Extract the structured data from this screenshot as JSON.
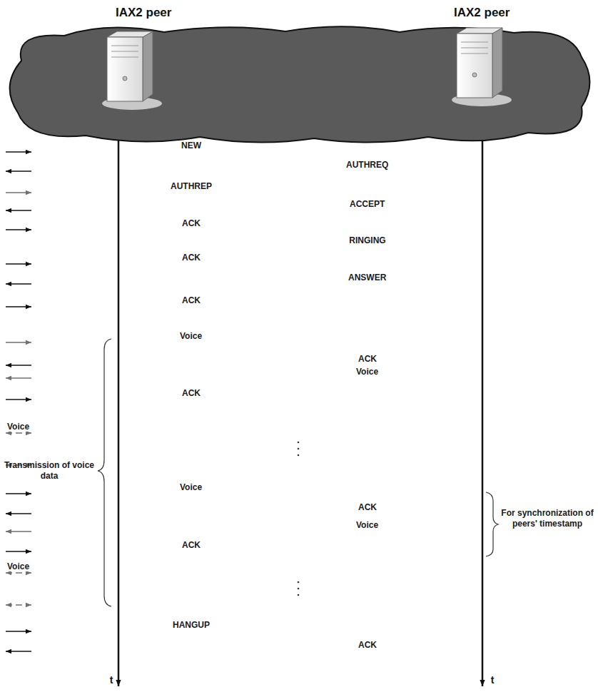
{
  "diagram": {
    "nodes": [
      {
        "text": [
          "IAX2 peer"
        ]
      },
      {
        "text": [
          "IAX2 peer"
        ]
      }
    ],
    "edges": [
      {
        "from": 0,
        "to": 1,
        "label": "NEW",
        "arrow": "to"
      },
      {
        "from": 1,
        "to": 0,
        "label": "AUTHREQ",
        "arrow": "to"
      },
      {
        "from": 0,
        "to": 1,
        "label": "AUTHREP",
        "arrow": "to"
      },
      {
        "from": 1,
        "to": 0,
        "label": "ACCEPT",
        "arrow": "to"
      },
      {
        "from": 0,
        "to": 1,
        "label": "ACK",
        "arrow": "to"
      },
      {
        "from": 0,
        "to": 1,
        "label": "ACK",
        "arrow": "to"
      },
      {
        "from": 1,
        "to": 0,
        "label": "ANSWER",
        "arrow": "to"
      },
      {
        "from": 0,
        "to": 1,
        "label": "ACK",
        "arrow": "to"
      },
      {
        "from": 0,
        "to": 1,
        "label": "Voice",
        "arrow": "to"
      },
      {
        "from": 1,
        "to": 0,
        "label": "ACK",
        "arrow": "to"
      },
      {
        "from": 1,
        "to": 0,
        "label": "Voice",
        "arrow": "to"
      },
      {
        "from": 0,
        "to": 1,
        "label": "ACK",
        "arrow": "to"
      },
      {
        "from": 0,
        "to": 1,
        "label": "Voice",
        "arrow": "both"
      },
      {
        "from": 0,
        "to": 1,
        "arrow": "both"
      },
      {
        "from": 0,
        "to": 1,
        "label": "Voice",
        "arrow": "to"
      },
      {
        "from": 1,
        "to": 0,
        "label": "ACK",
        "arrow": "to"
      },
      {
        "from": 1,
        "to": 0,
        "label": "Voice",
        "arrow": "to"
      },
      {
        "from": 0,
        "to": 1,
        "label": "ACK",
        "arrow": "to"
      },
      {
        "from": 0,
        "to": 1,
        "label": "Voice",
        "arrow": "both"
      },
      {
        "from": 0,
        "to": 1,
        "arrow": "both"
      },
      {
        "from": 0,
        "to": 1,
        "label": "HANGUP",
        "arrow": "to"
      },
      {
        "from": 1,
        "to": 0,
        "label": "ACK",
        "arrow": "to"
      }
    ],
    "labels": [
      "RINGING",
      "Transmission of voice data",
      "For synchronization of peers' timestamp",
      "t",
      "t"
    ]
  }
}
